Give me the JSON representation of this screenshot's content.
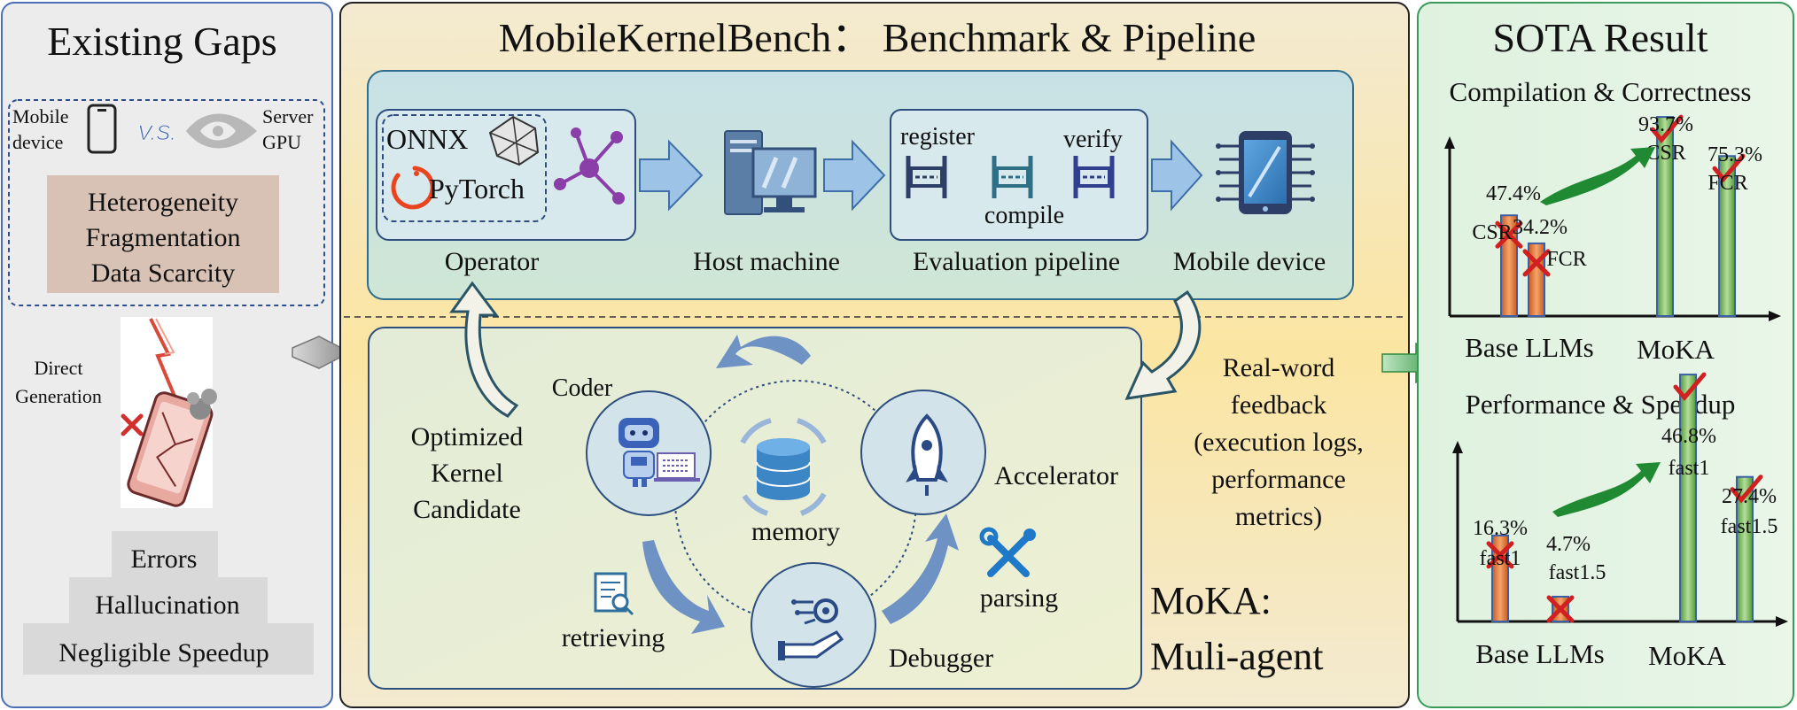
{
  "left": {
    "title": "Existing Gaps",
    "mobile_label_1": "Mobile",
    "mobile_label_2": "device",
    "vs": "V.S.",
    "server_label_1": "Server",
    "server_label_2": "GPU",
    "issues": [
      "Heterogeneity",
      "Fragmentation",
      "Data Scarcity"
    ],
    "direct_1": "Direct",
    "direct_2": "Generation",
    "stack": [
      "Errors",
      "Hallucination",
      "Negligible Speedup"
    ]
  },
  "middle": {
    "title": "MobileKernelBench： Benchmark & Pipeline",
    "onnx": "ONNX",
    "pytorch": "PyTorch",
    "operator": "Operator",
    "host_machine": "Host machine",
    "register": "register",
    "verify": "verify",
    "compile": "compile",
    "evaluation_pipeline": "Evaluation pipeline",
    "mobile_device": "Mobile device",
    "optimized": [
      "Optimized",
      "Kernel",
      "Candidate"
    ],
    "coder": "Coder",
    "memory": "memory",
    "accelerator": "Accelerator",
    "retrieving": "retrieving",
    "debugger": "Debugger",
    "parsing": "parsing",
    "moka_1": "MoKA:",
    "moka_2": "Muli-agent",
    "feedback": [
      "Real-word",
      "feedback",
      "(execution logs,",
      "performance",
      "metrics)"
    ]
  },
  "right": {
    "title": "SOTA Result",
    "chart1": {
      "title": "Compilation & Correctness",
      "base": {
        "csr_val": "47.4%",
        "csr": "CSR",
        "fcr_val": "34.2%",
        "fcr": "FCR"
      },
      "moka": {
        "csr_val": "93.7%",
        "csr": "CSR",
        "fcr_val": "75.3%",
        "fcr": "FCR"
      },
      "xlabel_base": "Base LLMs",
      "xlabel_moka": "MoKA"
    },
    "chart2": {
      "title": "Performance & Speedup",
      "base": {
        "a_val": "16.3%",
        "a": "fast1",
        "b_val": "4.7%",
        "b": "fast1.5"
      },
      "moka": {
        "a_val": "46.8%",
        "a": "fast1",
        "b_val": "27.4%",
        "b": "fast1.5"
      },
      "xlabel_base": "Base LLMs",
      "xlabel_moka": "MoKA"
    }
  },
  "colors": {
    "left_bg": "#ececec",
    "left_border": "#4a6fb5",
    "middle_bg": "#f6e6a8",
    "right_bg": "#e4f3e4",
    "panel_bench": "#cfe4e0",
    "panel_bench_border": "#2e6d8e",
    "issues_box": "#d8c2b5",
    "arrow_blue": "#9dc3e6",
    "navy": "#2d3e67",
    "bar_orange": "#e07a3a",
    "bar_green": "#7cbc5a",
    "bar_border": "#3a5fa6",
    "check_red": "#d02020",
    "green_arrow": "#1f8a32"
  },
  "chart_data": [
    {
      "type": "bar",
      "title": "Compilation & Correctness",
      "categories": [
        "Base LLMs",
        "MoKA"
      ],
      "series": [
        {
          "name": "CSR",
          "values": [
            47.4,
            93.7
          ]
        },
        {
          "name": "FCR",
          "values": [
            34.2,
            75.3
          ]
        }
      ],
      "ylim": [
        0,
        100
      ]
    },
    {
      "type": "bar",
      "title": "Performance & Speedup",
      "categories": [
        "Base LLMs",
        "MoKA"
      ],
      "series": [
        {
          "name": "fast1",
          "values": [
            16.3,
            46.8
          ]
        },
        {
          "name": "fast1.5",
          "values": [
            4.7,
            27.4
          ]
        }
      ],
      "ylim": [
        0,
        50
      ]
    }
  ]
}
